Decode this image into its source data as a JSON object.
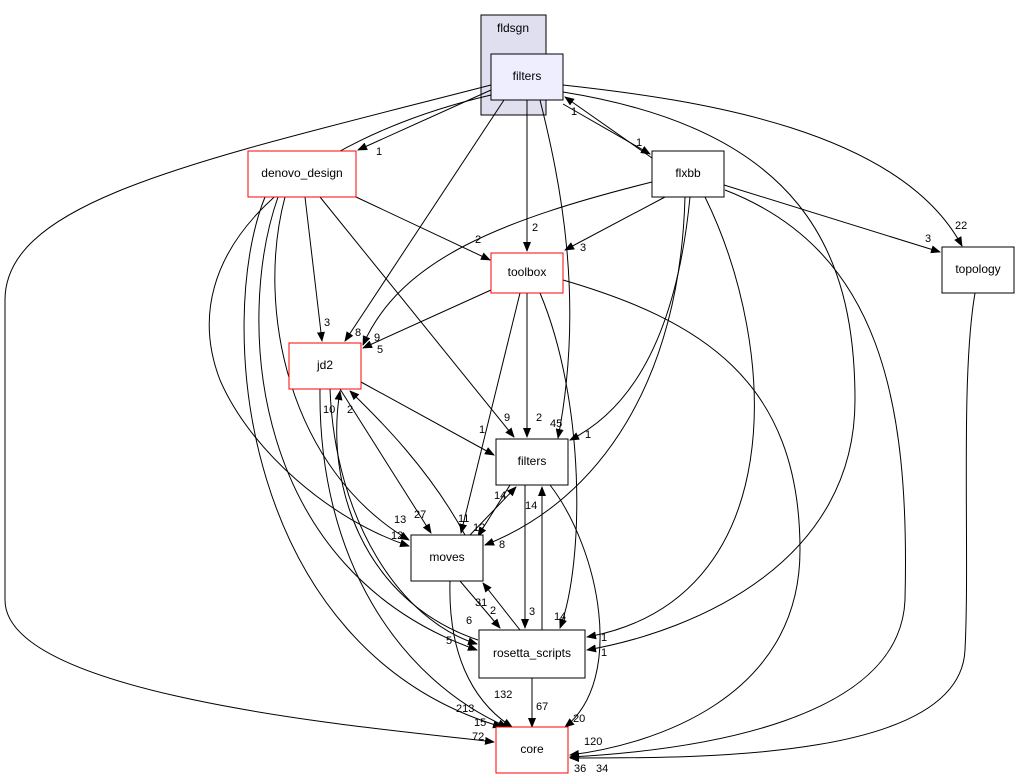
{
  "cluster": {
    "label": "fldsgn"
  },
  "nodes": {
    "filters_top": "filters",
    "denovo_design": "denovo_design",
    "flxbb": "flxbb",
    "toolbox": "toolbox",
    "topology": "topology",
    "jd2": "jd2",
    "filters": "filters",
    "moves": "moves",
    "rosetta_scripts": "rosetta_scripts",
    "core": "core"
  },
  "edges": [
    {
      "from": "fldsgn/filters",
      "to": "denovo_design",
      "label": "1"
    },
    {
      "from": "fldsgn/filters",
      "to": "jd2",
      "label": "8"
    },
    {
      "from": "fldsgn/filters",
      "to": "toolbox",
      "label": "2"
    },
    {
      "from": "fldsgn/filters",
      "to": "filters",
      "label": "45"
    },
    {
      "from": "fldsgn/filters",
      "to": "flxbb",
      "label": "1"
    },
    {
      "from": "flxbb",
      "to": "fldsgn/filters",
      "label": "1"
    },
    {
      "from": "fldsgn/filters",
      "to": "topology",
      "label": "22"
    },
    {
      "from": "fldsgn/filters",
      "to": "rosetta_scripts",
      "label": "1"
    },
    {
      "from": "fldsgn/filters",
      "to": "moves",
      "label": "13"
    },
    {
      "from": "fldsgn/filters",
      "to": "core",
      "label": "72"
    },
    {
      "from": "denovo_design",
      "to": "toolbox",
      "label": "2"
    },
    {
      "from": "denovo_design",
      "to": "jd2",
      "label": "3"
    },
    {
      "from": "denovo_design",
      "to": "filters",
      "label": "9"
    },
    {
      "from": "denovo_design",
      "to": "moves",
      "label": "12"
    },
    {
      "from": "denovo_design",
      "to": "rosetta_scripts",
      "label": "6"
    },
    {
      "from": "denovo_design",
      "to": "core",
      "label": "213"
    },
    {
      "from": "toolbox",
      "to": "jd2",
      "label": "5"
    },
    {
      "from": "toolbox",
      "to": "filters",
      "label": "2"
    },
    {
      "from": "toolbox",
      "to": "moves",
      "label": "11"
    },
    {
      "from": "toolbox",
      "to": "rosetta_scripts",
      "label": "14"
    },
    {
      "from": "toolbox",
      "to": "core",
      "label": "36"
    },
    {
      "from": "flxbb",
      "to": "jd2",
      "label": "9"
    },
    {
      "from": "flxbb",
      "to": "toolbox",
      "label": "3"
    },
    {
      "from": "flxbb",
      "to": "filters",
      "label": "1"
    },
    {
      "from": "flxbb",
      "to": "moves",
      "label": "8"
    },
    {
      "from": "flxbb",
      "to": "rosetta_scripts",
      "label": "1"
    },
    {
      "from": "flxbb",
      "to": "core",
      "label": "120"
    },
    {
      "from": "flxbb",
      "to": "topology",
      "label": "3"
    },
    {
      "from": "topology",
      "to": "core",
      "label": "34"
    },
    {
      "from": "jd2",
      "to": "filters",
      "label": "1"
    },
    {
      "from": "jd2",
      "to": "moves",
      "label": "27"
    },
    {
      "from": "jd2",
      "to": "rosetta_scripts",
      "label": "5"
    },
    {
      "from": "jd2",
      "to": "core",
      "label": "15"
    },
    {
      "from": "moves",
      "to": "jd2",
      "label": "2"
    },
    {
      "from": "moves",
      "to": "filters",
      "label": "14"
    },
    {
      "from": "moves",
      "to": "rosetta_scripts",
      "label": "2"
    },
    {
      "from": "moves",
      "to": "core",
      "label": "132"
    },
    {
      "from": "rosetta_scripts",
      "to": "moves",
      "label": "31"
    },
    {
      "from": "rosetta_scripts",
      "to": "jd2",
      "label": "10"
    },
    {
      "from": "rosetta_scripts",
      "to": "filters",
      "label": "14"
    },
    {
      "from": "filters",
      "to": "moves",
      "label": "12"
    },
    {
      "from": "filters",
      "to": "rosetta_scripts",
      "label": "3"
    },
    {
      "from": "filters",
      "to": "core",
      "label": "20"
    },
    {
      "from": "rosetta_scripts",
      "to": "core",
      "label": "67"
    }
  ],
  "colors": {
    "cluster_fill": "#dfdfef",
    "focus_fill": "#eeeeff",
    "red_border": "#ff0000"
  }
}
